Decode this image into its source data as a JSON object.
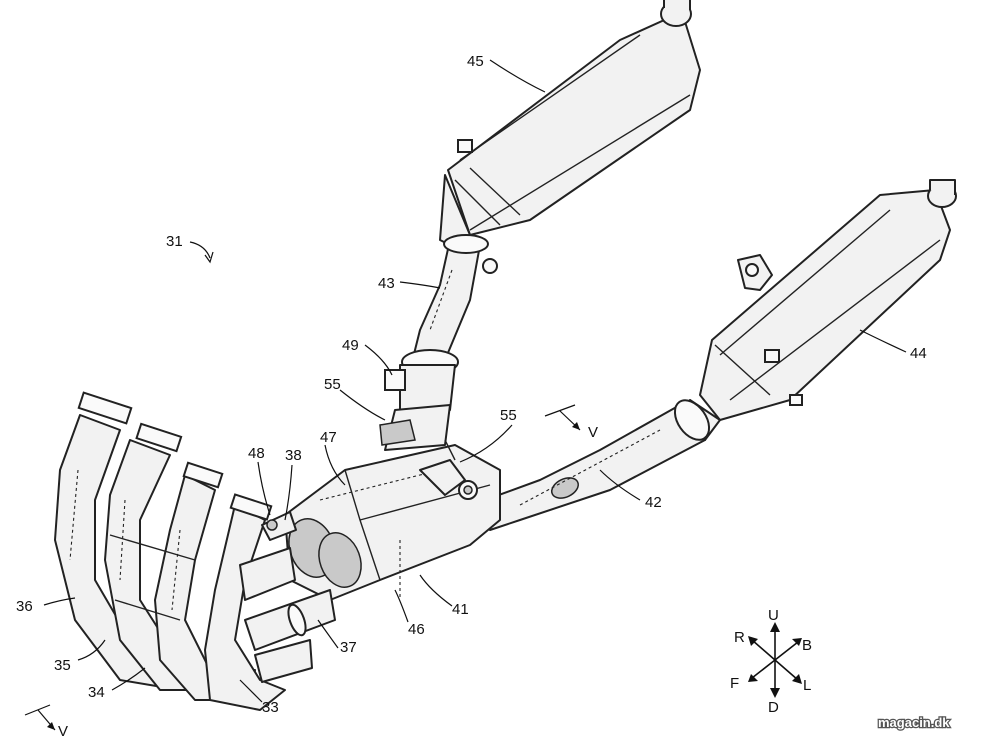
{
  "figure": {
    "labels": {
      "l31": "31",
      "l45": "45",
      "l44": "44",
      "l43": "43",
      "l49": "49",
      "l55a": "55",
      "l55b": "55",
      "l47": "47",
      "l48": "48",
      "l38": "38",
      "l42": "42",
      "l41": "41",
      "l46": "46",
      "l37": "37",
      "l36": "36",
      "l35": "35",
      "l34": "34",
      "l33": "33"
    },
    "view_markers": {
      "v_upper": "V",
      "v_lower": "V"
    },
    "compass": {
      "up": "U",
      "down": "D",
      "rear": "R",
      "front": "F",
      "back": "B",
      "left": "L"
    }
  },
  "watermark": "magacin.dk"
}
